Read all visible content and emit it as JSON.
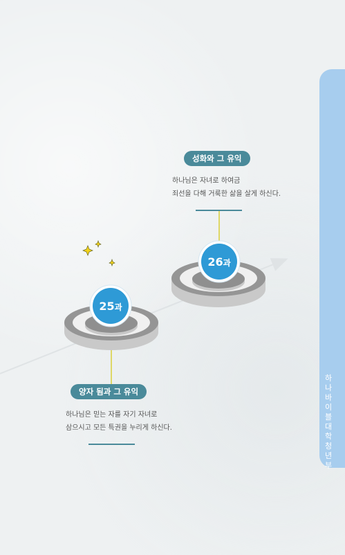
{
  "side_label": "하나바이블 대학청년부",
  "lessons": [
    {
      "number": "25",
      "suffix": "과",
      "title": "양자 됨과 그 유익",
      "lines": [
        "하나님은 믿는 자를 자기 자녀로",
        "삼으시고 모든 특권을 누리게 하신다."
      ]
    },
    {
      "number": "26",
      "suffix": "과",
      "title": "성화와 그 유익",
      "lines": [
        "하나님은 자녀로 하여금",
        "죄선을 다해 거룩한 삶을 살게 하신다."
      ]
    }
  ],
  "colors": {
    "accent": "#4a8a9a",
    "badge": "#2e9ad6",
    "tab": "#a7cdee",
    "sparkle": "#f2d21a"
  }
}
